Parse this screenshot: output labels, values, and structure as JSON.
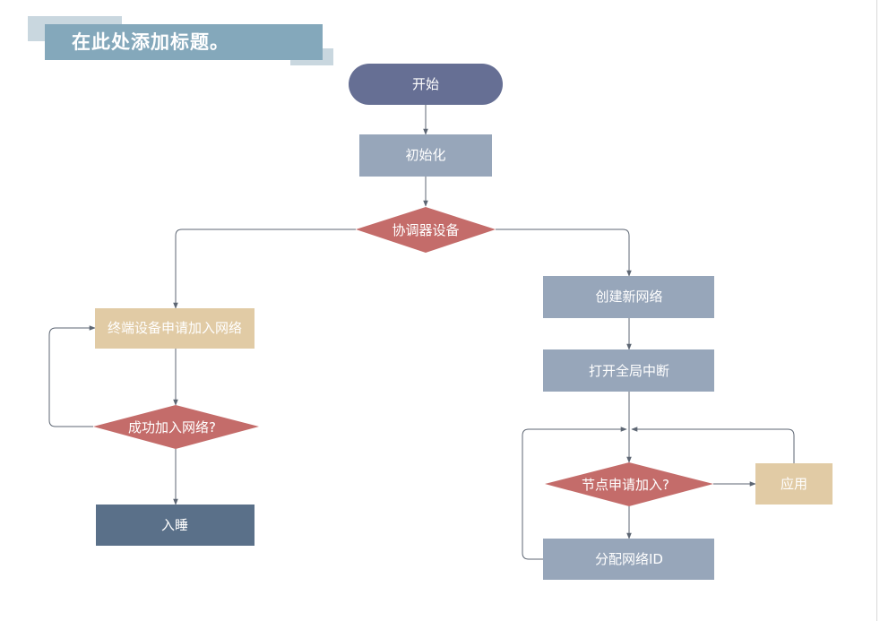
{
  "page_title": "在此处添加标题。",
  "nodes": {
    "start": "开始",
    "init": "初始化",
    "coordinator": "协调器设备",
    "terminal_request": "终端设备申请加入网络",
    "join_success": "成功加入网络?",
    "sleep": "入睡",
    "create_network": "创建新网络",
    "enable_interrupt": "打开全局中断",
    "node_request": "节点申请加入?",
    "application": "应用",
    "assign_id": "分配网络ID"
  },
  "colors": {
    "start": "#666f94",
    "process_gray": "#97a6ba",
    "decision": "#c46c6a",
    "process_beige": "#e1cba5",
    "sleep": "#5a7089",
    "title_bg": "#84a8bb",
    "connector": "#5d6673"
  }
}
